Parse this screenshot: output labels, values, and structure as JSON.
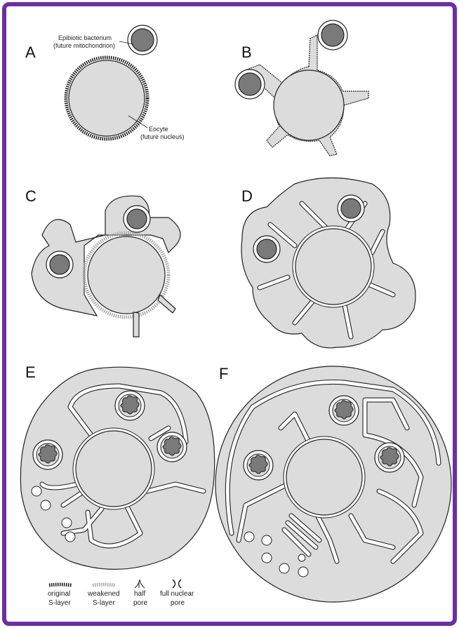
{
  "panels": {
    "a": {
      "label": "A",
      "bacterium_label_1": "Epibiotic bacterium",
      "bacterium_label_2": "(future mitochondrion)",
      "eocyte_label_1": "Eocyte",
      "eocyte_label_2": "(future nucleus)"
    },
    "b": {
      "label": "B"
    },
    "c": {
      "label": "C"
    },
    "d": {
      "label": "D"
    },
    "e": {
      "label": "E"
    },
    "f": {
      "label": "F"
    }
  },
  "legend": {
    "original": [
      "original",
      "S-layer"
    ],
    "weakened": [
      "weakened",
      "S-layer"
    ],
    "half_pore": [
      "half",
      "pore"
    ],
    "full_pore": [
      "full nuclear",
      "pore"
    ]
  },
  "colors": {
    "frame": "#6b2fa3",
    "cytoplasm": "#dcdcdc",
    "mitochondrion": "#7a7a7a"
  }
}
